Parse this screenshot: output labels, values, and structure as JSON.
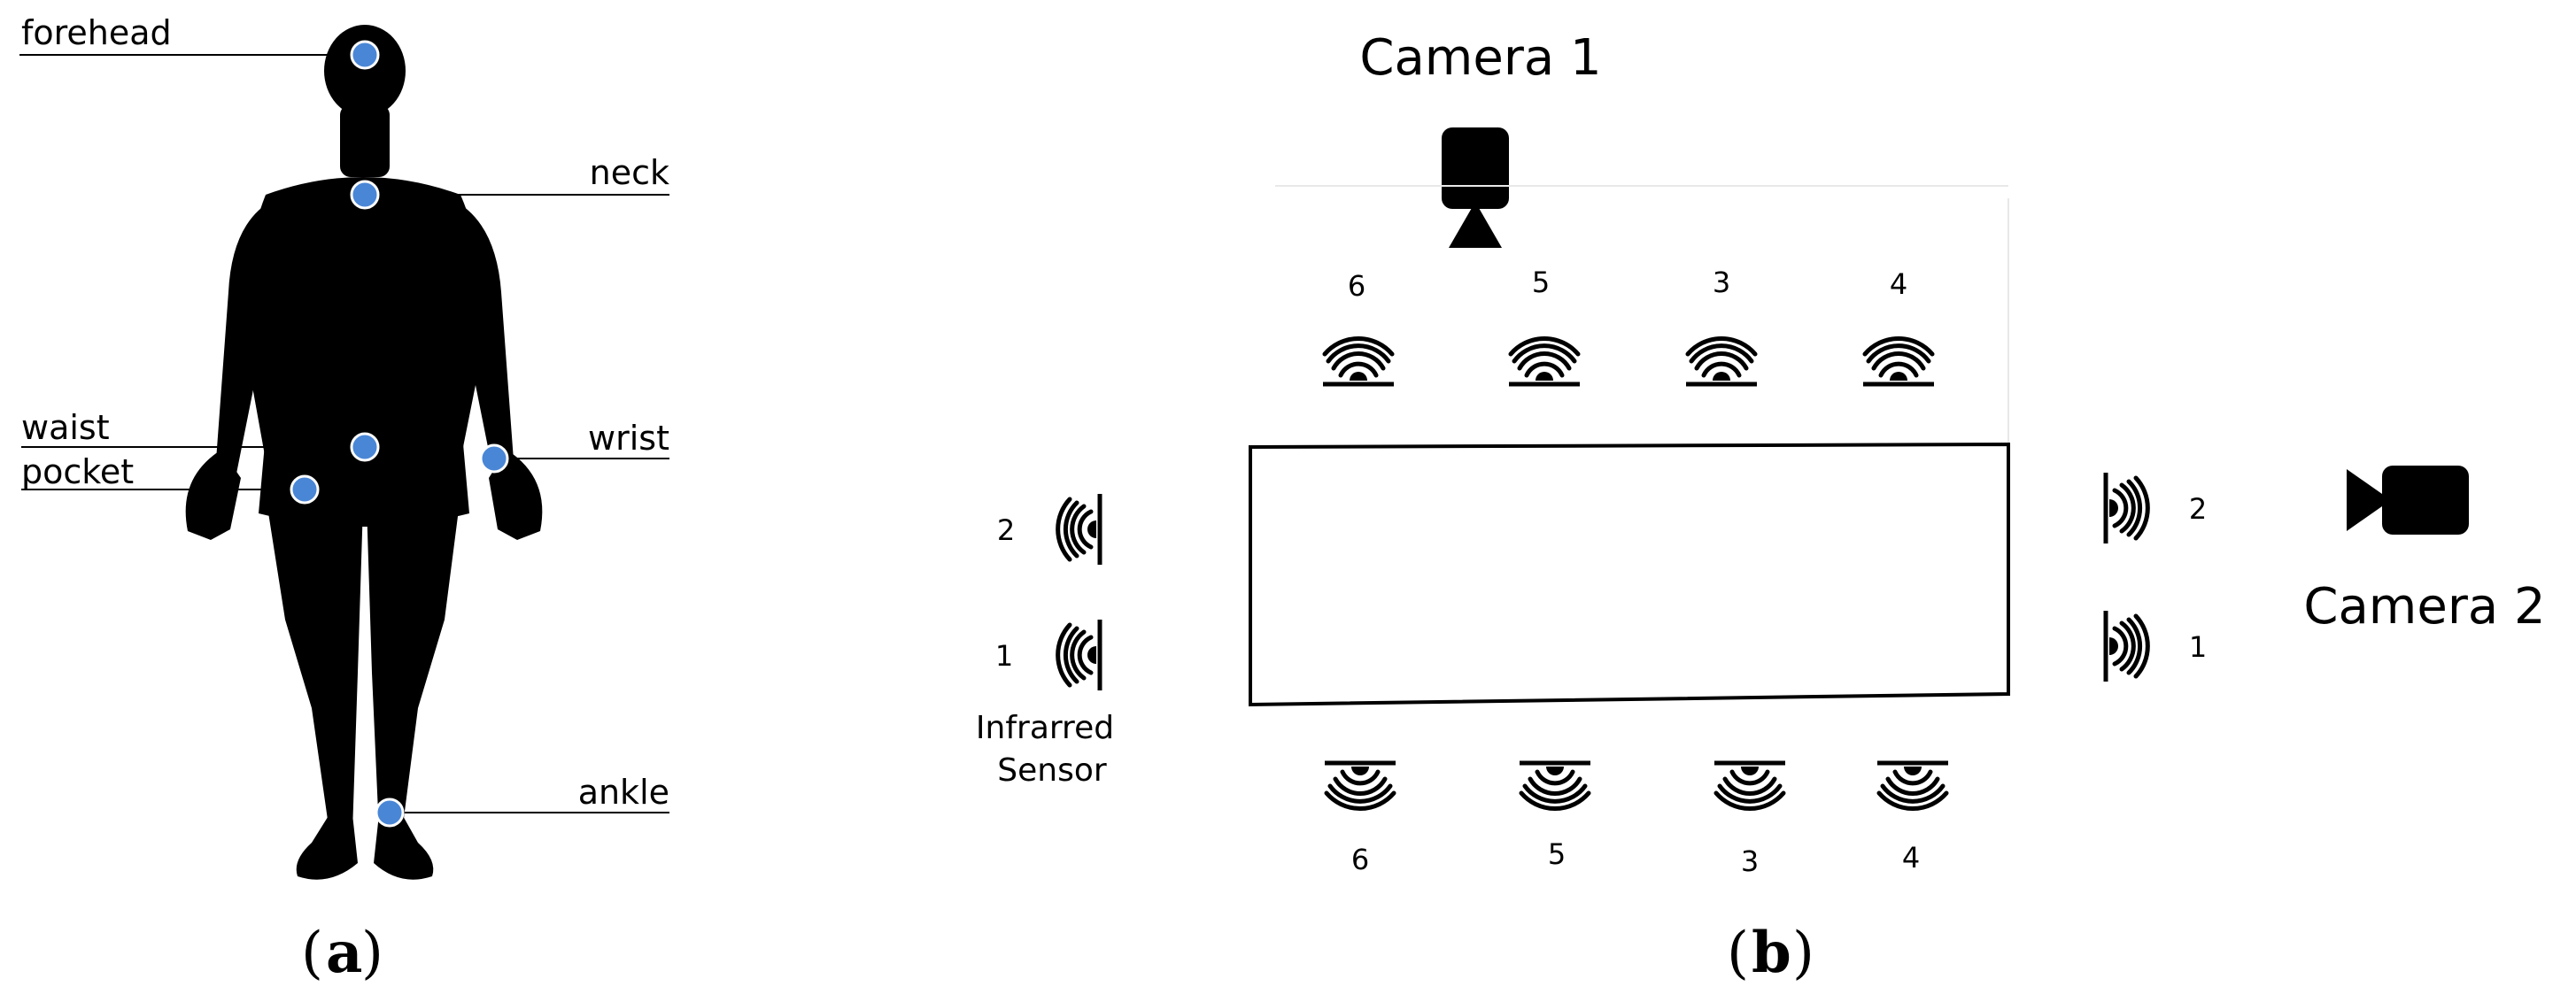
{
  "panel_a": {
    "caption": {
      "open": "(",
      "letter": "a",
      "close": ")"
    },
    "body_points": {
      "forehead": "forehead",
      "neck": "neck",
      "waist": "waist",
      "pocket": "pocket",
      "wrist": "wrist",
      "ankle": "ankle"
    },
    "colors": {
      "sensor_dot": "#4a86d6",
      "silhouette": "#000000"
    }
  },
  "panel_b": {
    "caption": {
      "open": "(",
      "letter": "b",
      "close": ")"
    },
    "camera_1": "Camera 1",
    "camera_2": "Camera 2",
    "infrared_sensor": [
      "Infrarred",
      "Sensor"
    ],
    "top_sensors": [
      "6",
      "5",
      "3",
      "4"
    ],
    "bottom_sensors": [
      "6",
      "5",
      "3",
      "4"
    ],
    "left_sensors": [
      "2",
      "1"
    ],
    "right_sensors": [
      "2",
      "1"
    ]
  }
}
